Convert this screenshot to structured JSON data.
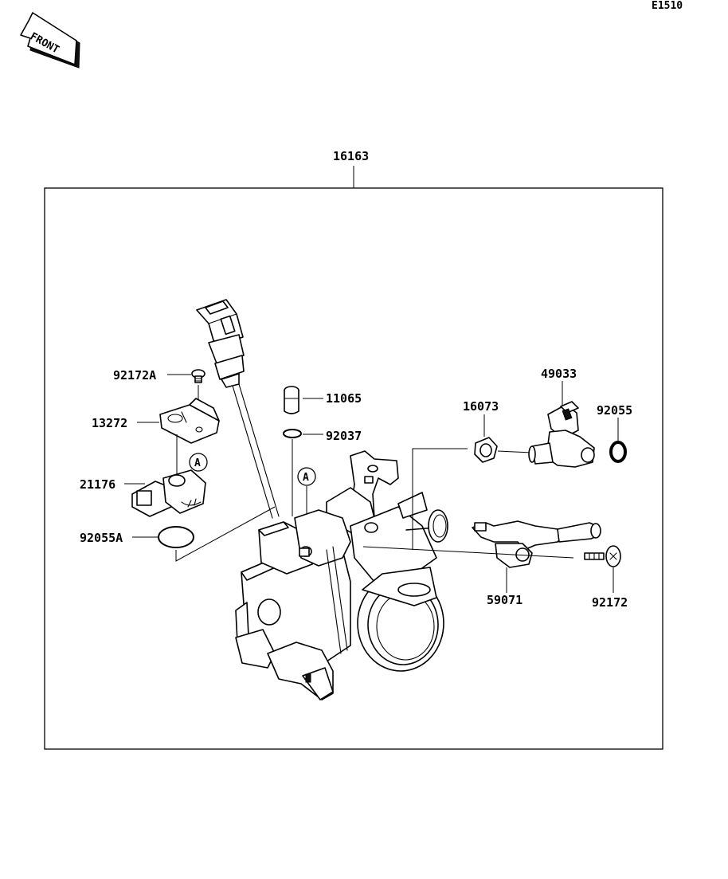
{
  "diagram_code": "E1510",
  "front_label": "FRONT",
  "assembly": {
    "part_number": "16163"
  },
  "callout_letter": "A",
  "parts": {
    "p92172A": "92172A",
    "p13272": "13272",
    "p21176": "21176",
    "p92055A": "92055A",
    "p11065": "11065",
    "p92037": "92037",
    "p16073": "16073",
    "p49033": "49033",
    "p92055": "92055",
    "p59071": "59071",
    "p92172": "92172"
  }
}
